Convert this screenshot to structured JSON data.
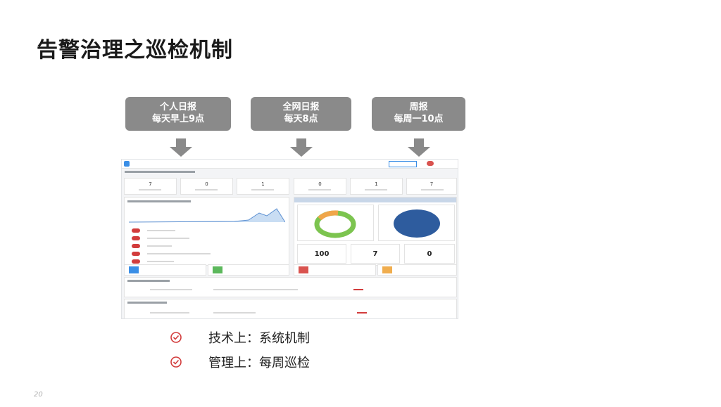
{
  "page": {
    "title": "告警治理之巡检机制",
    "page_number": "20"
  },
  "reports": [
    {
      "name": "个人日报",
      "time": "每天早上9点"
    },
    {
      "name": "全网日报",
      "time": "每天8点"
    },
    {
      "name": "周报",
      "time": "每周一10点"
    }
  ],
  "dashboard": {
    "stat_numbers": [
      "7",
      "0",
      "1",
      "0",
      "1",
      "7"
    ],
    "kpis": [
      "100",
      "7",
      "0"
    ],
    "colors": {
      "accent": "#3a8ee6",
      "alert": "#d23c3c",
      "donut_green": "#7cc44f",
      "donut_orange": "#f0a64a",
      "pie_blue": "#2e5c9e"
    }
  },
  "bullets": [
    {
      "icon": "check-circle-icon",
      "text": "技术上：系统机制"
    },
    {
      "icon": "check-circle-icon",
      "text": "管理上：每周巡检"
    }
  ]
}
